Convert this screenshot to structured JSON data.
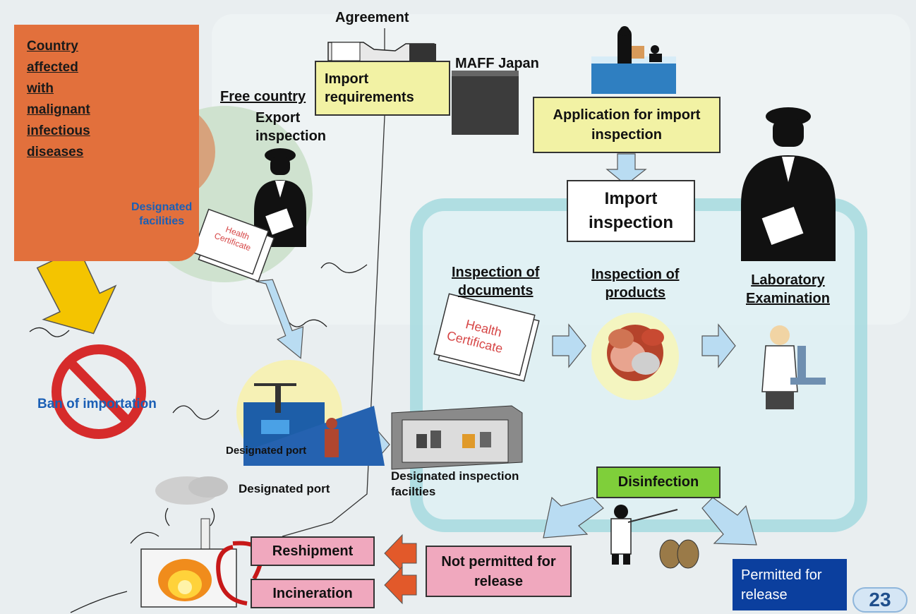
{
  "affected": {
    "lines": [
      "Country",
      "affected",
      "with",
      "malignant",
      "infectious",
      "diseases"
    ]
  },
  "designated_facilities": [
    "Designated",
    "facilities"
  ],
  "free_country": "Free country",
  "export_inspection": [
    "Export",
    "inspection"
  ],
  "health_certificate": [
    "Health",
    "Certificate"
  ],
  "agreement": "Agreement",
  "import_requirements": [
    "Import",
    "requirements"
  ],
  "maff": "MAFF Japan",
  "application": [
    "Application for import",
    "inspection"
  ],
  "import_inspection": [
    "Import",
    "inspection"
  ],
  "inspection_documents": [
    "Inspection of",
    "documents"
  ],
  "inspection_products": [
    "Inspection of",
    "products"
  ],
  "laboratory": [
    "Laboratory",
    "Examination"
  ],
  "ban": "Ban of importation",
  "designated_port_a": "Designated port",
  "designated_port_b": "Designated port",
  "inspection_facilities": [
    "Designated inspection",
    "facilties"
  ],
  "disinfection": "Disinfection",
  "reshipment": "Reshipment",
  "incineration": "Incineration",
  "not_permitted": [
    "Not permitted for",
    "release"
  ],
  "permitted": [
    "Permitted for",
    "release"
  ],
  "page_number": "23",
  "colors": {
    "affected_bg": "#e2703c",
    "yellow_box": "#f2f2a4",
    "green_box": "#7fcf3a",
    "pink_box": "#f0a8be",
    "blue_box": "#0b3f9e",
    "teal_frame": "#a6dbe0",
    "arrow_blue": "#b9dcf2",
    "arrow_yellow": "#f4c400",
    "arrow_orange": "#e2592a",
    "ban_red": "#d62b2b"
  }
}
